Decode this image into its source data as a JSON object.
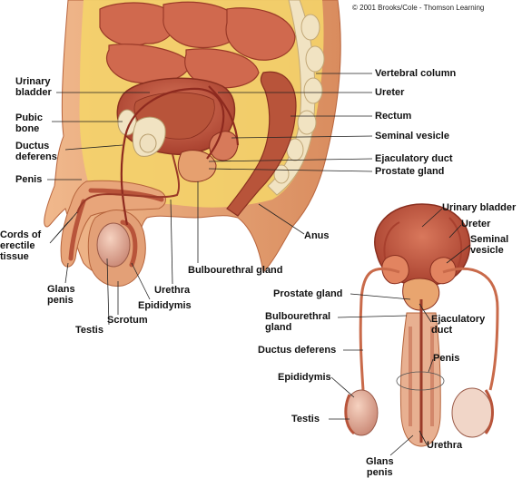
{
  "copyright": "© 2001 Brooks/Cole - Thomson Learning",
  "colors": {
    "skin": "#e3a070",
    "fat": "#f4d36a",
    "muscle": "#b8543a",
    "organ": "#c4553f",
    "bone": "#f1e3c2",
    "duct": "#8e2a1f",
    "leader": "#222222"
  },
  "side_view_labels": {
    "urinary_bladder": "Urinary\nbladder",
    "pubic_bone": "Pubic\nbone",
    "ductus_deferens": "Ductus\ndeferens",
    "penis": "Penis",
    "cords_of_erectile_tissue": "Cords of\nerectile\ntissue",
    "glans_penis": "Glans\npenis",
    "testis": "Testis",
    "scrotum": "Scrotum",
    "epididymis": "Epididymis",
    "urethra": "Urethra",
    "bulbourethral_gland": "Bulbourethral gland",
    "anus": "Anus",
    "vertebral_column": "Vertebral column",
    "ureter": "Ureter",
    "rectum": "Rectum",
    "seminal_vesicle": "Seminal vesicle",
    "ejaculatory_duct": "Ejaculatory duct",
    "prostate_gland": "Prostate gland"
  },
  "front_view_labels": {
    "urinary_bladder": "Urinary bladder",
    "ureter": "Ureter",
    "seminal_vesicle": "Seminal\nvesicle",
    "prostate_gland": "Prostate gland",
    "bulbourethral_gland": "Bulbourethral\ngland",
    "ejaculatory_duct": "Ejaculatory\nduct",
    "ductus_deferens": "Ductus deferens",
    "penis": "Penis",
    "epididymis": "Epididymis",
    "testis": "Testis",
    "urethra": "Urethra",
    "glans_penis": "Glans\npenis"
  }
}
